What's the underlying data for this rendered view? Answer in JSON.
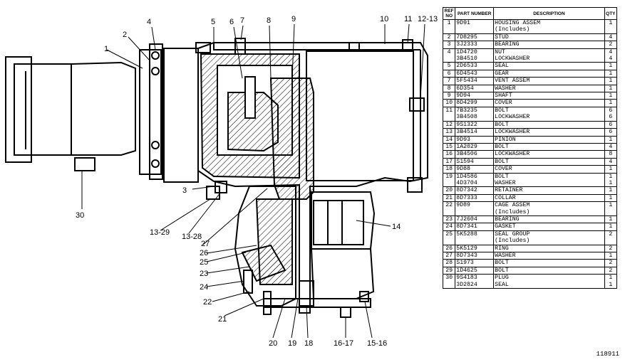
{
  "callouts": [
    "1",
    "2",
    "3",
    "4",
    "5",
    "6",
    "7",
    "8",
    "9",
    "10",
    "11",
    "12-13",
    "13-29",
    "13-28",
    "14",
    "15-16",
    "16-17",
    "18",
    "19",
    "20",
    "21",
    "22",
    "23",
    "24",
    "25",
    "26",
    "27",
    "30"
  ],
  "table": {
    "headers": {
      "ref": "REF NO",
      "part": "PART NUMBER",
      "desc": "DESCRIPTION",
      "qty": "QTY"
    },
    "rows": [
      {
        "ref": "1",
        "part": "9D91",
        "desc": "HOUSING ASSEM",
        "qty": "1",
        "sep": true
      },
      {
        "ref": "",
        "part": "",
        "desc": "(Includes)",
        "qty": ""
      },
      {
        "ref": "2",
        "part": "7D8295",
        "desc": "STUD",
        "qty": "4",
        "sep": true
      },
      {
        "ref": "3",
        "part": "3J2333",
        "desc": "BEARING",
        "qty": "2",
        "sep": true
      },
      {
        "ref": "4",
        "part": "1D4720",
        "desc": "NUT",
        "qty": "4",
        "sep": true
      },
      {
        "ref": "",
        "part": "3B4510",
        "desc": "LOCKWASHER",
        "qty": "4"
      },
      {
        "ref": "5",
        "part": "2D6533",
        "desc": "SEAL",
        "qty": "1",
        "sep": true
      },
      {
        "ref": "6",
        "part": "6D4543",
        "desc": "GEAR",
        "qty": "1",
        "sep": true
      },
      {
        "ref": "7",
        "part": "5F5434",
        "desc": "VENT ASSEM",
        "qty": "1",
        "sep": true
      },
      {
        "ref": "8",
        "part": "6D354",
        "desc": "WASHER",
        "qty": "1",
        "sep": true
      },
      {
        "ref": "9",
        "part": "9D94",
        "desc": "SHAFT",
        "qty": "1",
        "sep": true
      },
      {
        "ref": "10",
        "part": "8D4299",
        "desc": "COVER",
        "qty": "1",
        "sep": true
      },
      {
        "ref": "11",
        "part": "7B3235",
        "desc": "BOLT",
        "qty": "6",
        "sep": true
      },
      {
        "ref": "",
        "part": "3B4508",
        "desc": "LOCKWASHER",
        "qty": "6"
      },
      {
        "ref": "12",
        "part": "9S1322",
        "desc": "BOLT",
        "qty": "6",
        "sep": true
      },
      {
        "ref": "13",
        "part": "3B4514",
        "desc": "LOCKWASHER",
        "qty": "6",
        "sep": true
      },
      {
        "ref": "14",
        "part": "9D93",
        "desc": "PINION",
        "qty": "1",
        "sep": true
      },
      {
        "ref": "15",
        "part": "1A2029",
        "desc": "BOLT",
        "qty": "4",
        "sep": true
      },
      {
        "ref": "16",
        "part": "3B4506",
        "desc": "LOCKWASHER",
        "qty": "8",
        "sep": true
      },
      {
        "ref": "17",
        "part": "S1594",
        "desc": "BOLT",
        "qty": "4",
        "sep": true
      },
      {
        "ref": "18",
        "part": "9D88",
        "desc": "COVER",
        "qty": "1",
        "sep": true
      },
      {
        "ref": "19",
        "part": "1D4586",
        "desc": "BOLT",
        "qty": "1",
        "sep": true
      },
      {
        "ref": "",
        "part": "4D3704",
        "desc": "WASHER",
        "qty": "1"
      },
      {
        "ref": "20",
        "part": "8D7342",
        "desc": "RETAINER",
        "qty": "1",
        "sep": true
      },
      {
        "ref": "21",
        "part": "8D7333",
        "desc": "COLLAR",
        "qty": "1",
        "sep": true
      },
      {
        "ref": "22",
        "part": "9D89",
        "desc": "CAGE ASSEM",
        "qty": "1",
        "sep": true
      },
      {
        "ref": "",
        "part": "",
        "desc": "(Includes)",
        "qty": ""
      },
      {
        "ref": "23",
        "part": "7J2604",
        "desc": "BEARING",
        "qty": "1",
        "sep": true
      },
      {
        "ref": "24",
        "part": "8D7341",
        "desc": "GASKET",
        "qty": "1",
        "sep": true
      },
      {
        "ref": "25",
        "part": "5K5288",
        "desc": "SEAL GROUP",
        "qty": "2",
        "sep": true
      },
      {
        "ref": "",
        "part": "",
        "desc": "(Includes)",
        "qty": ""
      },
      {
        "ref": "26",
        "part": "5K5129",
        "desc": "RING",
        "qty": "2",
        "sep": true
      },
      {
        "ref": "27",
        "part": "8D7343",
        "desc": "WASHER",
        "qty": "1",
        "sep": true
      },
      {
        "ref": "28",
        "part": "S1973",
        "desc": "BOLT",
        "qty": "2",
        "sep": true
      },
      {
        "ref": "29",
        "part": "1D4625",
        "desc": "BOLT",
        "qty": "2",
        "sep": true
      },
      {
        "ref": "30",
        "part": "9S4183",
        "desc": "PLUG",
        "qty": "1",
        "sep": true
      },
      {
        "ref": "",
        "part": "3D2824",
        "desc": "SEAL",
        "qty": "1"
      }
    ]
  },
  "figure_number": "118911"
}
